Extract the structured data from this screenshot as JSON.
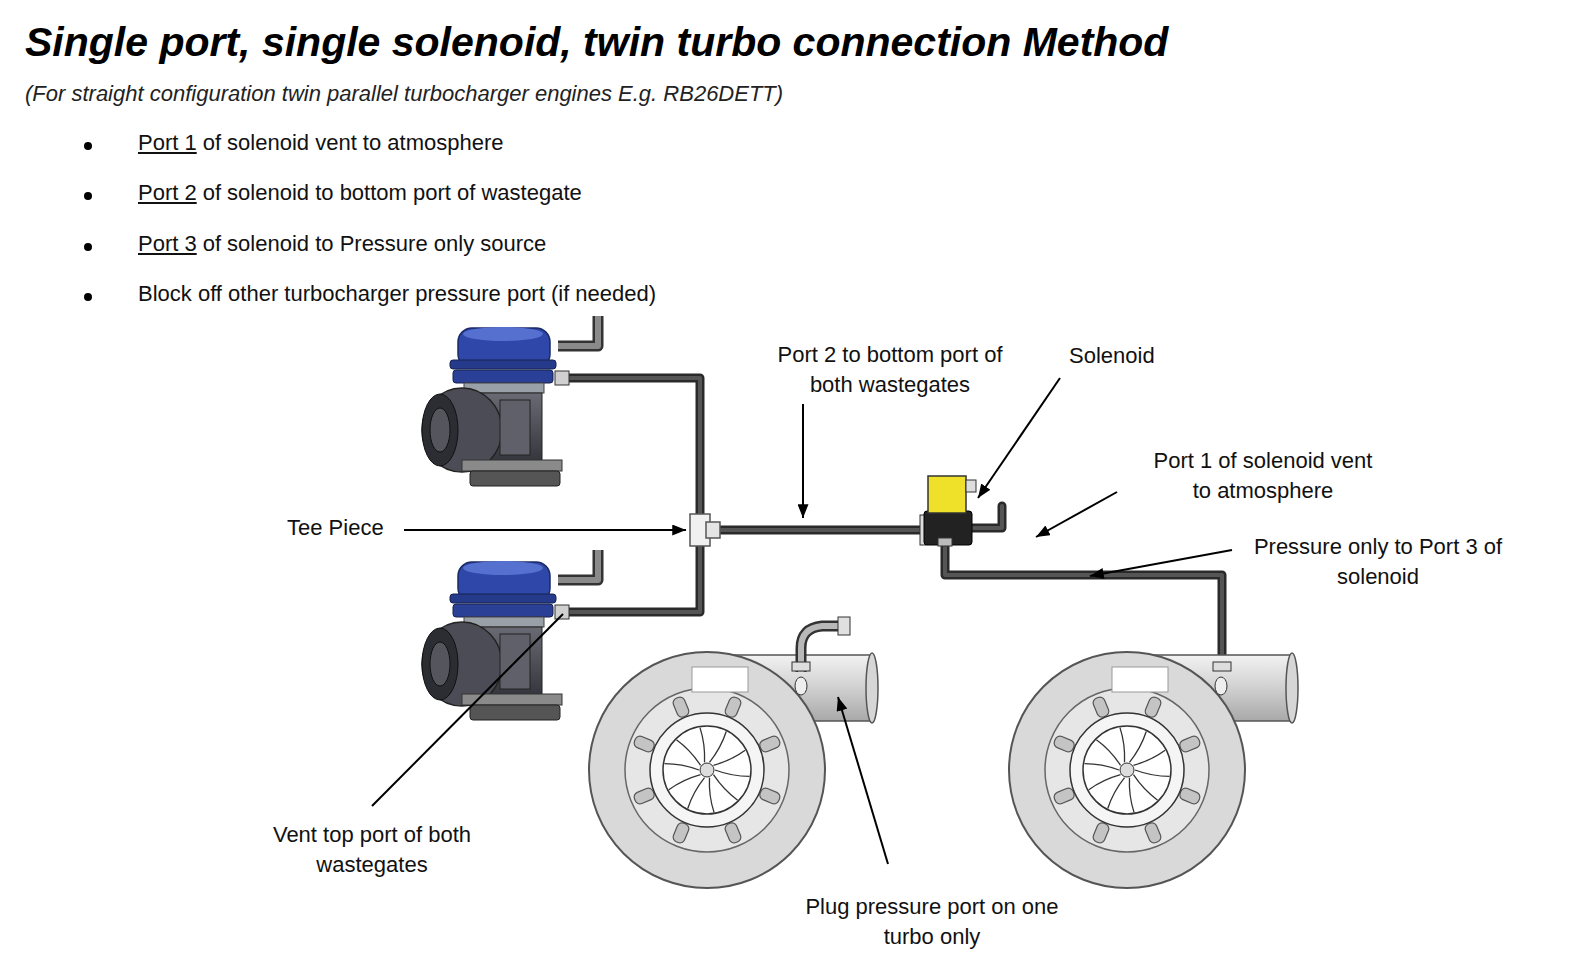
{
  "diagram": {
    "title": "Single port, single solenoid, twin turbo connection Method",
    "caption": "(For straight configuration twin parallel turbocharger engines E.g. RB26DETT)",
    "labels": [
      "Port 1",
      "of solenoid vent to atmosphere",
      "Port 2",
      "of solenoid to bottom port of wastegate",
      "Port 3",
      "of solenoid to Pressure only source",
      "Block off other turbocharger pressure port (if needed)",
      "Port 2 to bottom port of both wastegates",
      "Solenoid",
      "Port 1 of solenoid vent to atmosphere",
      "Tee Piece",
      "Pressure only to Port 3 of solenoid",
      "Vent top port of both wastegates",
      "Plug pressure port on one turbo only"
    ]
  }
}
